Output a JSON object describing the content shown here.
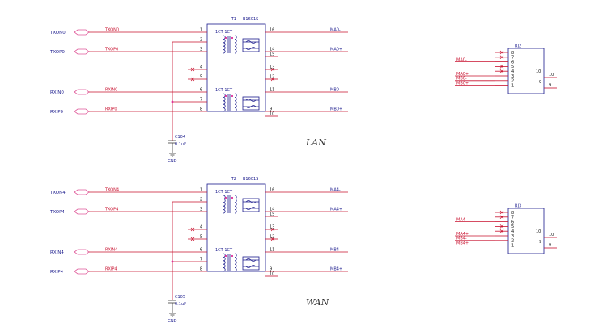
{
  "lan": {
    "label": "LAN",
    "transformer": {
      "ref": "T1",
      "part": "B1601S",
      "core_label": "1CT 1CT"
    },
    "ports": [
      "TXON0",
      "TXOP0",
      "RXIN0",
      "RXIP0"
    ],
    "nets_left": [
      "TXON0",
      "TXOP0",
      "RXIN0",
      "RXIP0"
    ],
    "nets_right": [
      "MA0-",
      "MA0+",
      "MB0-",
      "MB0+"
    ],
    "left_pins": [
      "1",
      "2",
      "3",
      "4",
      "5",
      "6",
      "7",
      "8"
    ],
    "right_pins": [
      "16",
      "14",
      "15",
      "13",
      "12",
      "11",
      "9",
      "10"
    ],
    "cap": {
      "ref": "C104",
      "value": "0.1uF"
    },
    "gnd": "GND",
    "connector": {
      "ref": "RJ2",
      "pins": [
        "8",
        "7",
        "6",
        "5",
        "4",
        "3",
        "2",
        "1"
      ],
      "right_pins": [
        "10",
        "9"
      ],
      "ext_pins": [
        "10",
        "9"
      ],
      "nets": [
        "MA0-",
        "MA0+",
        "MB0-",
        "MB0+"
      ]
    }
  },
  "wan": {
    "label": "WAN",
    "transformer": {
      "ref": "T2",
      "part": "B1601S",
      "core_label": "1CT 1CT"
    },
    "ports": [
      "TXON4",
      "TXOP4",
      "RXIN4",
      "RXIP4"
    ],
    "nets_left": [
      "TXON4",
      "TXOP4",
      "RXIN4",
      "RXIP4"
    ],
    "nets_right": [
      "MA4-",
      "MA4+",
      "MB4-",
      "MB4+"
    ],
    "left_pins": [
      "1",
      "2",
      "3",
      "4",
      "5",
      "6",
      "7",
      "8"
    ],
    "right_pins": [
      "16",
      "14",
      "15",
      "13",
      "12",
      "11",
      "9",
      "10"
    ],
    "cap": {
      "ref": "C105",
      "value": "0.1uF"
    },
    "gnd": "GND",
    "connector": {
      "ref": "RJ3",
      "pins": [
        "8",
        "7",
        "6",
        "5",
        "4",
        "3",
        "2",
        "1"
      ],
      "right_pins": [
        "10",
        "9"
      ],
      "ext_pins": [
        "10",
        "9"
      ],
      "nets": [
        "MA4-",
        "MA4+",
        "MB4-",
        "MB4+"
      ]
    }
  }
}
